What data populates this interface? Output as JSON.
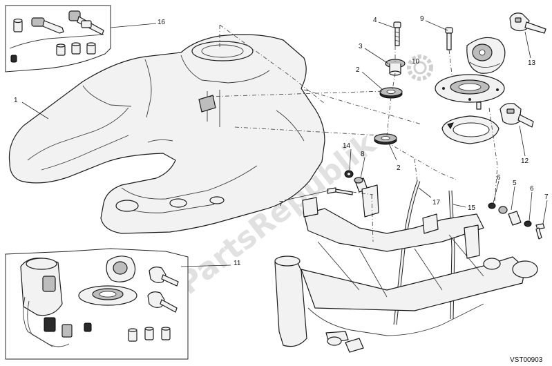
{
  "diagram_code": "VST00903",
  "watermark": "PartsRepublik",
  "callouts": [
    {
      "id": "c1",
      "label": "1"
    },
    {
      "id": "c2a",
      "label": "2"
    },
    {
      "id": "c2b",
      "label": "2"
    },
    {
      "id": "c3",
      "label": "3"
    },
    {
      "id": "c4",
      "label": "4"
    },
    {
      "id": "c5",
      "label": "5"
    },
    {
      "id": "c6a",
      "label": "6"
    },
    {
      "id": "c6b",
      "label": "6"
    },
    {
      "id": "c7a",
      "label": "7"
    },
    {
      "id": "c7b",
      "label": "7"
    },
    {
      "id": "c8",
      "label": "8"
    },
    {
      "id": "c9",
      "label": "9"
    },
    {
      "id": "c10",
      "label": "10"
    },
    {
      "id": "c11",
      "label": "11"
    },
    {
      "id": "c12",
      "label": "12"
    },
    {
      "id": "c13",
      "label": "13"
    },
    {
      "id": "c14",
      "label": "14"
    },
    {
      "id": "c15",
      "label": "15"
    },
    {
      "id": "c16",
      "label": "16"
    },
    {
      "id": "c17",
      "label": "17"
    }
  ]
}
